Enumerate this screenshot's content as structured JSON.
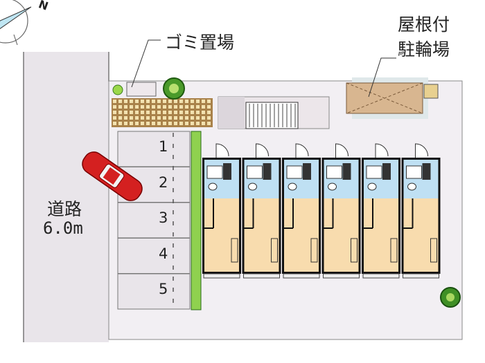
{
  "compass": {
    "north_label": "N"
  },
  "labels": {
    "garbage": "ゴミ置場",
    "bike_line1": "屋根付",
    "bike_line2": "駐輪場",
    "road_line1": "道路",
    "road_line2": "6.0m"
  },
  "parking": [
    {
      "number": "1"
    },
    {
      "number": "2"
    },
    {
      "number": "3"
    },
    {
      "number": "4"
    },
    {
      "number": "5"
    }
  ],
  "unit_count": 6,
  "colors": {
    "road": "#e9e5ea",
    "lot": "#f2eff3",
    "room": "#f8dcae",
    "wet_area": "#bfe0f3",
    "deck": "#b9955a",
    "bike_roof": "#d8b690",
    "hedge": "#8fd14f",
    "car": "#d42020"
  }
}
